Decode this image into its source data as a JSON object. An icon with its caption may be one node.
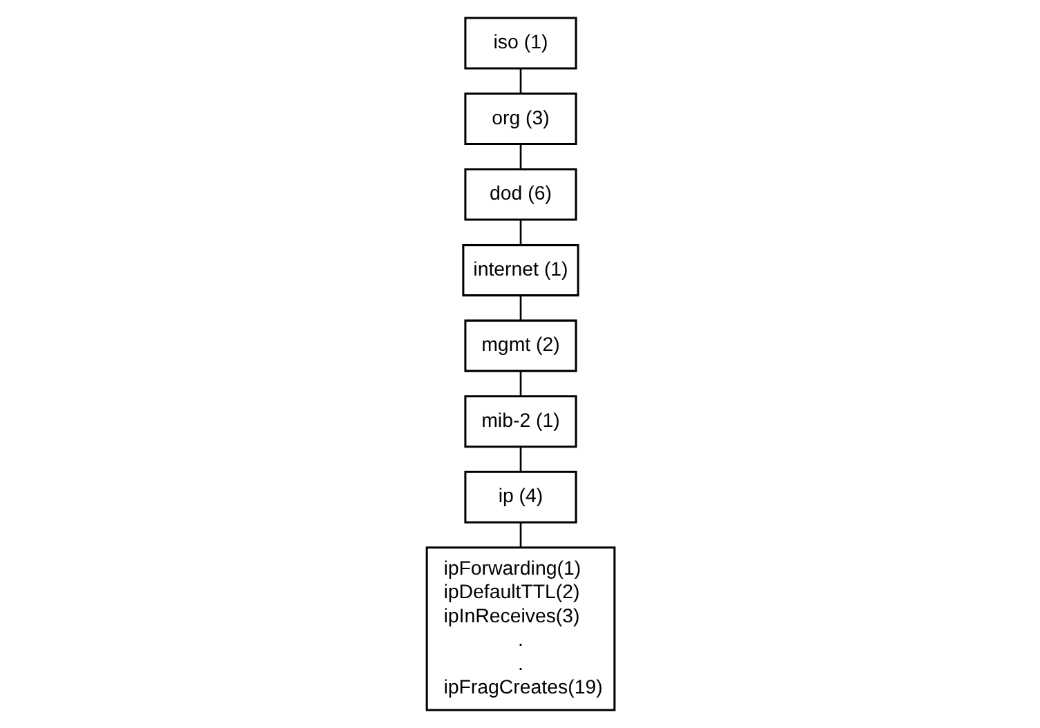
{
  "diagram": {
    "nodes": [
      {
        "text": [
          "iso (1)"
        ]
      },
      {
        "text": [
          "org (3)"
        ]
      },
      {
        "text": [
          "dod (6)"
        ]
      },
      {
        "text": [
          "internet (1)"
        ]
      },
      {
        "text": [
          "mgmt (2)"
        ]
      },
      {
        "text": [
          "mib-2 (1)"
        ]
      },
      {
        "text": [
          "ip (4)"
        ]
      },
      {
        "text": [
          "ipForwarding(1)",
          "ipDefaultTTL(2)",
          "ipInReceives(3)",
          ".",
          ".",
          "ipFragCreates(19)"
        ]
      }
    ],
    "edges": [
      {
        "from": 0,
        "to": 1,
        "arrow": "none"
      },
      {
        "from": 1,
        "to": 2,
        "arrow": "none"
      },
      {
        "from": 2,
        "to": 3,
        "arrow": "none"
      },
      {
        "from": 3,
        "to": 4,
        "arrow": "none"
      },
      {
        "from": 4,
        "to": 5,
        "arrow": "none"
      },
      {
        "from": 5,
        "to": 6,
        "arrow": "none"
      },
      {
        "from": 6,
        "to": 7,
        "arrow": "none"
      }
    ]
  }
}
